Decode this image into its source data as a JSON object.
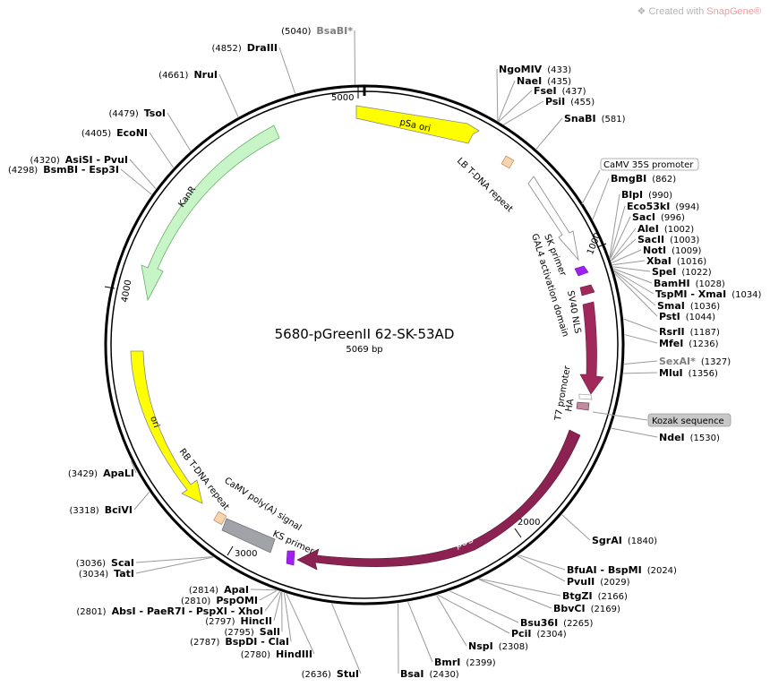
{
  "credit": {
    "prefix": "Created with ",
    "brand": "SnapGene®"
  },
  "plasmid": {
    "name": "5680-pGreenII 62-SK-53AD",
    "size_label": "5069 bp",
    "length": 5069
  },
  "ticks": [
    "5000",
    "1000",
    "2000",
    "3000",
    "4000"
  ],
  "features": [
    {
      "label": "pSa ori",
      "color": "#ffff00"
    },
    {
      "label": "LB T-DNA repeat",
      "color": "#f5d5b0"
    },
    {
      "label": "CaMV 35S promoter",
      "color": "#ffffff"
    },
    {
      "label": "SK primer",
      "color": "#a020f0"
    },
    {
      "label": "GAL4 activation domain",
      "color": "#a0285a"
    },
    {
      "label": "SV40 NLS",
      "color": "#a0285a"
    },
    {
      "label": "T7 promoter",
      "color": "#ffffff"
    },
    {
      "label": "HA",
      "color": "#c08aa0"
    },
    {
      "label": "Kozak sequence",
      "color": "#c8c8c8"
    },
    {
      "label": "p53",
      "color": "#8b2252"
    },
    {
      "label": "KS primer",
      "color": "#a020f0"
    },
    {
      "label": "CaMV poly(A) signal",
      "color": "#a0a4a8"
    },
    {
      "label": "RB T-DNA repeat",
      "color": "#f5d5b0"
    },
    {
      "label": "ori",
      "color": "#ffff00"
    },
    {
      "label": "KanR",
      "color": "#c8f5c8"
    }
  ],
  "sites": [
    {
      "pos": 5040,
      "name": "BsaBI*",
      "display_pos": "(5040)",
      "muted": true
    },
    {
      "pos": 4852,
      "name": "DraIII",
      "display_pos": "(4852)"
    },
    {
      "pos": 4661,
      "name": "NruI",
      "display_pos": "(4661)"
    },
    {
      "pos": 4479,
      "name": "TsoI",
      "display_pos": "(4479)"
    },
    {
      "pos": 4405,
      "name": "EcoNI",
      "display_pos": "(4405)"
    },
    {
      "pos": 4320,
      "name": "AsiSI - PvuI",
      "display_pos": "(4320)"
    },
    {
      "pos": 4298,
      "name": "BsmBI - Esp3I",
      "display_pos": "(4298)"
    },
    {
      "pos": 433,
      "name": "NgoMIV",
      "display_pos": "(433)"
    },
    {
      "pos": 435,
      "name": "NaeI",
      "display_pos": "(435)"
    },
    {
      "pos": 437,
      "name": "FseI",
      "display_pos": "(437)"
    },
    {
      "pos": 455,
      "name": "PsiI",
      "display_pos": "(455)"
    },
    {
      "pos": 581,
      "name": "SnaBI",
      "display_pos": "(581)"
    },
    {
      "pos": 862,
      "name": "BmgBI",
      "display_pos": "(862)"
    },
    {
      "pos": 990,
      "name": "BlpI",
      "display_pos": "(990)"
    },
    {
      "pos": 994,
      "name": "Eco53kI",
      "display_pos": "(994)"
    },
    {
      "pos": 996,
      "name": "SacI",
      "display_pos": "(996)"
    },
    {
      "pos": 1002,
      "name": "AleI",
      "display_pos": "(1002)"
    },
    {
      "pos": 1003,
      "name": "SacII",
      "display_pos": "(1003)"
    },
    {
      "pos": 1009,
      "name": "NotI",
      "display_pos": "(1009)"
    },
    {
      "pos": 1016,
      "name": "XbaI",
      "display_pos": "(1016)"
    },
    {
      "pos": 1022,
      "name": "SpeI",
      "display_pos": "(1022)"
    },
    {
      "pos": 1028,
      "name": "BamHI",
      "display_pos": "(1028)"
    },
    {
      "pos": 1034,
      "name": "TspMI - XmaI",
      "display_pos": "(1034)"
    },
    {
      "pos": 1036,
      "name": "SmaI",
      "display_pos": "(1036)"
    },
    {
      "pos": 1044,
      "name": "PstI",
      "display_pos": "(1044)"
    },
    {
      "pos": 1187,
      "name": "RsrII",
      "display_pos": "(1187)"
    },
    {
      "pos": 1236,
      "name": "MfeI",
      "display_pos": "(1236)"
    },
    {
      "pos": 1327,
      "name": "SexAI*",
      "display_pos": "(1327)",
      "muted": true
    },
    {
      "pos": 1356,
      "name": "MluI",
      "display_pos": "(1356)"
    },
    {
      "pos": 1530,
      "name": "NdeI",
      "display_pos": "(1530)"
    },
    {
      "pos": 1840,
      "name": "SgrAI",
      "display_pos": "(1840)"
    },
    {
      "pos": 2024,
      "name": "BfuAI - BspMI",
      "display_pos": "(2024)"
    },
    {
      "pos": 2029,
      "name": "PvuII",
      "display_pos": "(2029)"
    },
    {
      "pos": 2166,
      "name": "BtgZI",
      "display_pos": "(2166)"
    },
    {
      "pos": 2169,
      "name": "BbvCI",
      "display_pos": "(2169)"
    },
    {
      "pos": 2265,
      "name": "Bsu36I",
      "display_pos": "(2265)"
    },
    {
      "pos": 2304,
      "name": "PciI",
      "display_pos": "(2304)"
    },
    {
      "pos": 2308,
      "name": "NspI",
      "display_pos": "(2308)"
    },
    {
      "pos": 2399,
      "name": "BmrI",
      "display_pos": "(2399)"
    },
    {
      "pos": 2430,
      "name": "BsaI",
      "display_pos": "(2430)"
    },
    {
      "pos": 2636,
      "name": "StuI",
      "display_pos": "(2636)"
    },
    {
      "pos": 2780,
      "name": "HindIII",
      "display_pos": "(2780)"
    },
    {
      "pos": 2787,
      "name": "BspDI - ClaI",
      "display_pos": "(2787)"
    },
    {
      "pos": 2795,
      "name": "SalI",
      "display_pos": "(2795)"
    },
    {
      "pos": 2797,
      "name": "HincII",
      "display_pos": "(2797)"
    },
    {
      "pos": 2801,
      "name": "AbsI - PaeR7I - PspXI - XhoI",
      "display_pos": "(2801)"
    },
    {
      "pos": 2810,
      "name": "PspOMI",
      "display_pos": "(2810)"
    },
    {
      "pos": 2814,
      "name": "ApaI",
      "display_pos": "(2814)"
    },
    {
      "pos": 3034,
      "name": "TatI",
      "display_pos": "(3034)"
    },
    {
      "pos": 3036,
      "name": "ScaI",
      "display_pos": "(3036)"
    },
    {
      "pos": 3318,
      "name": "BciVI",
      "display_pos": "(3318)"
    },
    {
      "pos": 3429,
      "name": "ApaLI",
      "display_pos": "(3429)"
    }
  ]
}
